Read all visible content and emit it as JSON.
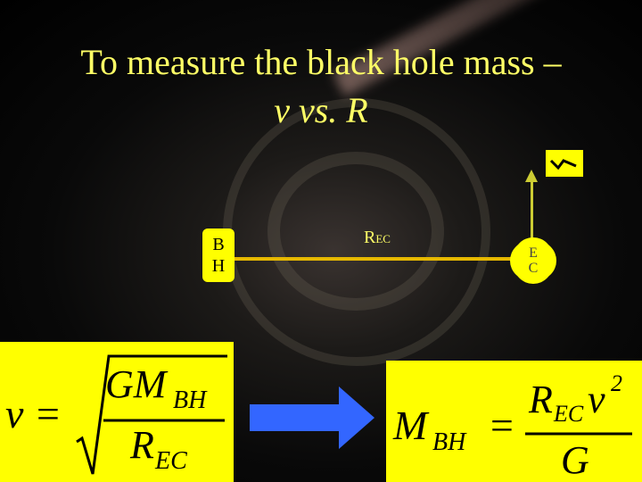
{
  "slide": {
    "title_line1": "To measure the black hole mass –",
    "title_line2": "v vs. R",
    "black_hole_label_top": "B",
    "black_hole_label_bottom": "H",
    "distance_label": "R",
    "distance_label_sub": "EC",
    "star_label_top": "E",
    "star_label_bottom": "C"
  },
  "equation_left": {
    "lhs": "v",
    "equals": "=",
    "numerator": "GM",
    "numerator_sub": "BH",
    "denominator": "R",
    "denominator_sub": "EC"
  },
  "equation_right": {
    "lhs": "M",
    "lhs_sub": "BH",
    "equals": "=",
    "numerator_R": "R",
    "numerator_R_sub": "EC",
    "numerator_v": "v",
    "numerator_exp": "2",
    "denominator": "G"
  },
  "colors": {
    "title_text": "#ffff66",
    "box_fill": "#ffff00",
    "line": "#e6b800",
    "arrow": "#3366ff"
  }
}
